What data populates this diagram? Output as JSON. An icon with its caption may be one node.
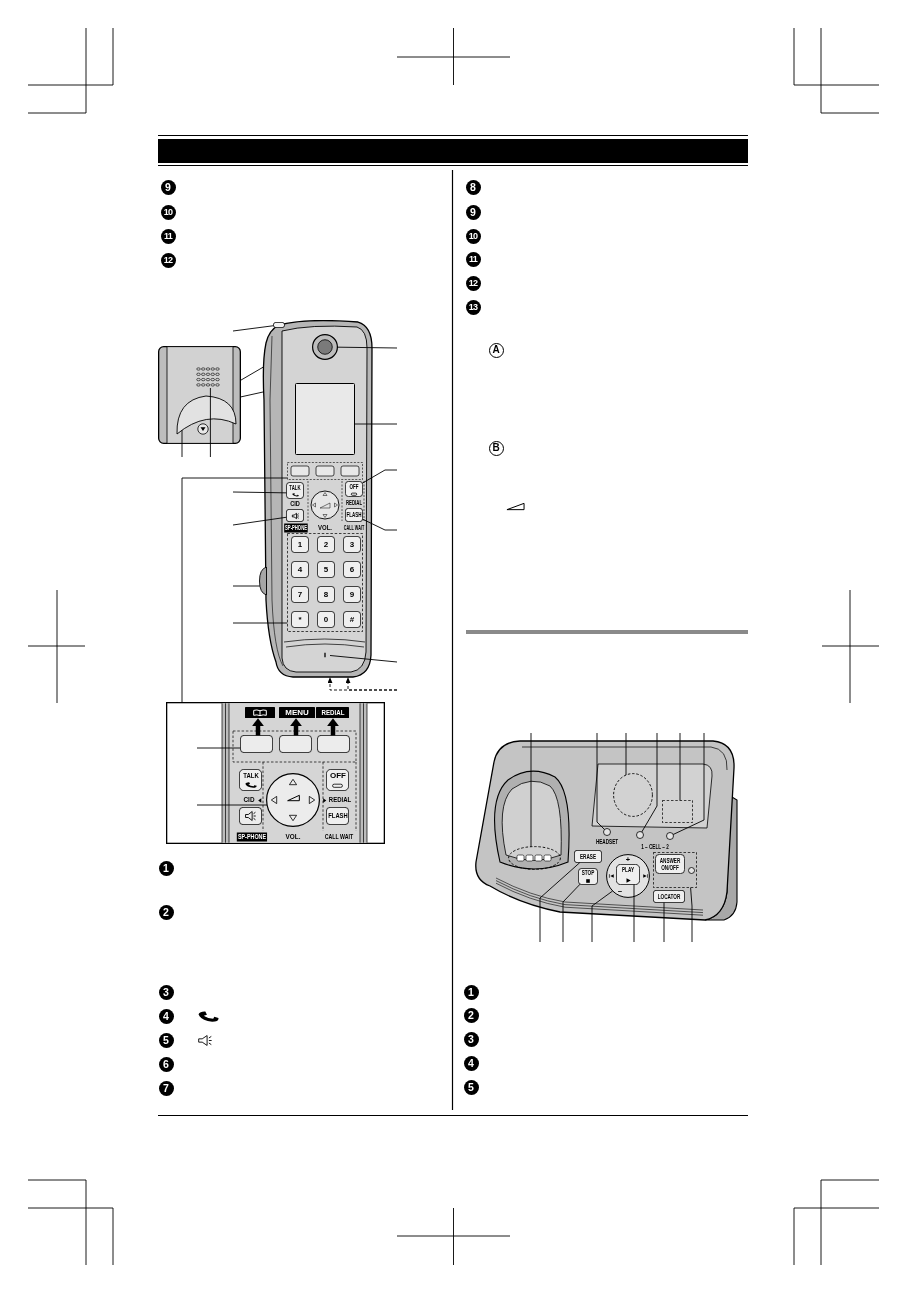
{
  "diagram": {
    "nodes": [
      {
        "text": [],
        "shape": "picture"
      },
      {
        "text": [],
        "shape": "bar",
        "in": 0
      },
      {
        "text": [],
        "shape": "circle",
        "in": 0
      },
      {
        "text": [],
        "shape": "box"
      },
      {
        "text": [],
        "shape": "grille",
        "in": 3
      },
      {
        "text": [],
        "shape": "arch",
        "in": 3
      },
      {
        "text": [],
        "shape": "box",
        "in": 0
      },
      {
        "text": [],
        "shape": "box",
        "in": 0
      },
      {
        "text": [
          "TALK"
        ],
        "in": 0
      },
      {
        "text": [
          "OFF"
        ],
        "in": 0
      },
      {
        "text": [],
        "shape": "box",
        "in": 0,
        "beside": [
          "SP-PHONE"
        ]
      },
      {
        "text": [
          "FLASH"
        ],
        "in": 0,
        "beside": [
          "CALL WAIT"
        ]
      },
      {
        "text": [],
        "shape": "box",
        "in": 0
      },
      {
        "text": [
          "1"
        ],
        "in": 12
      },
      {
        "text": [
          "2"
        ],
        "in": 12
      },
      {
        "text": [
          "3"
        ],
        "in": 12
      },
      {
        "text": [
          "4"
        ],
        "in": 12
      },
      {
        "text": [
          "5"
        ],
        "in": 12
      },
      {
        "text": [
          "6"
        ],
        "in": 12
      },
      {
        "text": [
          "7"
        ],
        "in": 12
      },
      {
        "text": [
          "8"
        ],
        "in": 12
      },
      {
        "text": [
          "9"
        ],
        "in": 12
      },
      {
        "text": [
          "*"
        ],
        "in": 12
      },
      {
        "text": [
          "0"
        ],
        "in": 12
      },
      {
        "text": [
          "#"
        ],
        "in": 12
      },
      {
        "text": [],
        "shape": "jack",
        "in": 0
      },
      {
        "text": [],
        "shape": "slot",
        "in": 0
      },
      {
        "text": [],
        "shape": "box"
      },
      {
        "text": [],
        "shape": "box",
        "in": 27
      },
      {
        "text": [
          "MENU"
        ],
        "in": 27
      },
      {
        "text": [
          "REDIAL"
        ],
        "in": 27
      },
      {
        "text": [],
        "shape": "box",
        "in": 27
      },
      {
        "text": [],
        "shape": "box",
        "in": 27
      },
      {
        "text": [],
        "shape": "box",
        "in": 27
      },
      {
        "text": [
          "TALK"
        ],
        "in": 27
      },
      {
        "text": [],
        "shape": "circle",
        "in": 27
      },
      {
        "text": [
          "OFF"
        ],
        "in": 27
      },
      {
        "text": [],
        "shape": "box",
        "in": 27,
        "beside": [
          "SP-PHONE"
        ]
      },
      {
        "text": [
          "FLASH"
        ],
        "in": 27,
        "beside": [
          "CALL WAIT"
        ]
      },
      {
        "text": [],
        "shape": "picture"
      },
      {
        "text": [],
        "shape": "circle",
        "in": 39
      },
      {
        "text": [],
        "shape": "box",
        "in": 39
      },
      {
        "text": [],
        "shape": "circle",
        "in": 39,
        "beside": [
          "HEADSET"
        ]
      },
      {
        "text": [],
        "shape": "circle",
        "in": 39
      },
      {
        "text": [],
        "shape": "circle",
        "in": 39
      },
      {
        "text": [],
        "shape": "oval",
        "in": 39
      },
      {
        "text": [
          "ERASE"
        ],
        "in": 39
      },
      {
        "text": [
          "+",
          "−"
        ],
        "in": 39
      },
      {
        "text": [
          "PLAY"
        ],
        "in": 47
      },
      {
        "text": [],
        "shape": "box",
        "in": 39
      },
      {
        "text": [
          "ANSWER ON/OFF"
        ],
        "in": 49
      },
      {
        "text": [],
        "shape": "circle",
        "in": 49
      },
      {
        "text": [
          "STOP"
        ],
        "in": 39
      },
      {
        "text": [
          "LOCATOR"
        ],
        "in": 39
      }
    ],
    "edges": [
      {
        "from": null,
        "to": 1,
        "arrow": "none"
      },
      {
        "from": null,
        "to": 2,
        "arrow": "none"
      },
      {
        "from": 3,
        "to": 0,
        "arrow": "none"
      },
      {
        "from": null,
        "to": 5,
        "arrow": "none"
      },
      {
        "from": null,
        "to": 4,
        "arrow": "none"
      },
      {
        "from": null,
        "to": 6,
        "arrow": "none"
      },
      {
        "from": 7,
        "to": 27,
        "arrow": "none"
      },
      {
        "from": null,
        "to": 9,
        "arrow": "none"
      },
      {
        "from": null,
        "to": 8,
        "arrow": "none"
      },
      {
        "from": null,
        "to": 10,
        "arrow": "none"
      },
      {
        "from": null,
        "to": 11,
        "arrow": "none"
      },
      {
        "from": null,
        "to": 25,
        "arrow": "none"
      },
      {
        "from": null,
        "to": 12,
        "arrow": "none"
      },
      {
        "from": null,
        "to": 26,
        "arrow": "none"
      },
      {
        "from": null,
        "to": 0,
        "arrow": "to",
        "style": "dashed"
      },
      {
        "from": null,
        "to": 0,
        "arrow": "to",
        "style": "dashed"
      },
      {
        "from": 31,
        "to": 28,
        "arrow": "to",
        "style": "thick"
      },
      {
        "from": 32,
        "to": 29,
        "arrow": "to",
        "style": "thick"
      },
      {
        "from": 33,
        "to": 30,
        "arrow": "to",
        "style": "thick"
      },
      {
        "from": null,
        "to": 31,
        "arrow": "none"
      },
      {
        "from": null,
        "to": 35,
        "arrow": "none"
      },
      {
        "from": null,
        "to": 45,
        "arrow": "none"
      },
      {
        "from": null,
        "to": 42,
        "arrow": "none"
      },
      {
        "from": null,
        "to": 40,
        "arrow": "none"
      },
      {
        "from": null,
        "to": 43,
        "arrow": "none"
      },
      {
        "from": null,
        "to": 41,
        "arrow": "none"
      },
      {
        "from": null,
        "to": 44,
        "arrow": "none"
      },
      {
        "from": null,
        "to": 46,
        "arrow": "none"
      },
      {
        "from": null,
        "to": 52,
        "arrow": "none"
      },
      {
        "from": null,
        "to": 47,
        "arrow": "none"
      },
      {
        "from": null,
        "to": 48,
        "arrow": "none"
      },
      {
        "from": null,
        "to": 53,
        "arrow": "none"
      },
      {
        "from": null,
        "to": 49,
        "arrow": "none"
      }
    ],
    "labels": [
      "9",
      "10",
      "11",
      "12",
      "CID",
      "REDIAL",
      "VOL.",
      "CID",
      "REDIAL",
      "VOL.",
      "1",
      "2",
      "3",
      "4",
      "5",
      "6",
      "7",
      "8",
      "9",
      "10",
      "11",
      "12",
      "13",
      "A",
      "B",
      "1 – CELL – 2",
      "1",
      "2",
      "3",
      "4",
      "5"
    ]
  }
}
